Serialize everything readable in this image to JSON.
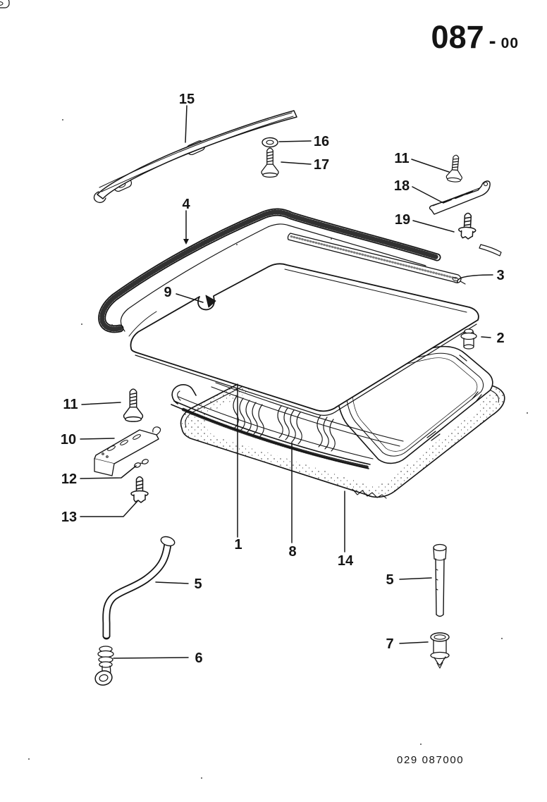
{
  "header": {
    "group": "087",
    "separator": "-",
    "page": "00"
  },
  "footer": {
    "code": "029 087000"
  },
  "colors": {
    "ink": "#141414",
    "paper": "#ffffff"
  },
  "callouts": [
    {
      "part": "15"
    },
    {
      "part": "16"
    },
    {
      "part": "17"
    },
    {
      "part": "11"
    },
    {
      "part": "18"
    },
    {
      "part": "19"
    },
    {
      "part": "4"
    },
    {
      "part": "3"
    },
    {
      "part": "9"
    },
    {
      "part": "2"
    },
    {
      "part": "11"
    },
    {
      "part": "10"
    },
    {
      "part": "12"
    },
    {
      "part": "13"
    },
    {
      "part": "1"
    },
    {
      "part": "8"
    },
    {
      "part": "14"
    },
    {
      "part": "5"
    },
    {
      "part": "6"
    },
    {
      "part": "5"
    },
    {
      "part": "7"
    }
  ]
}
